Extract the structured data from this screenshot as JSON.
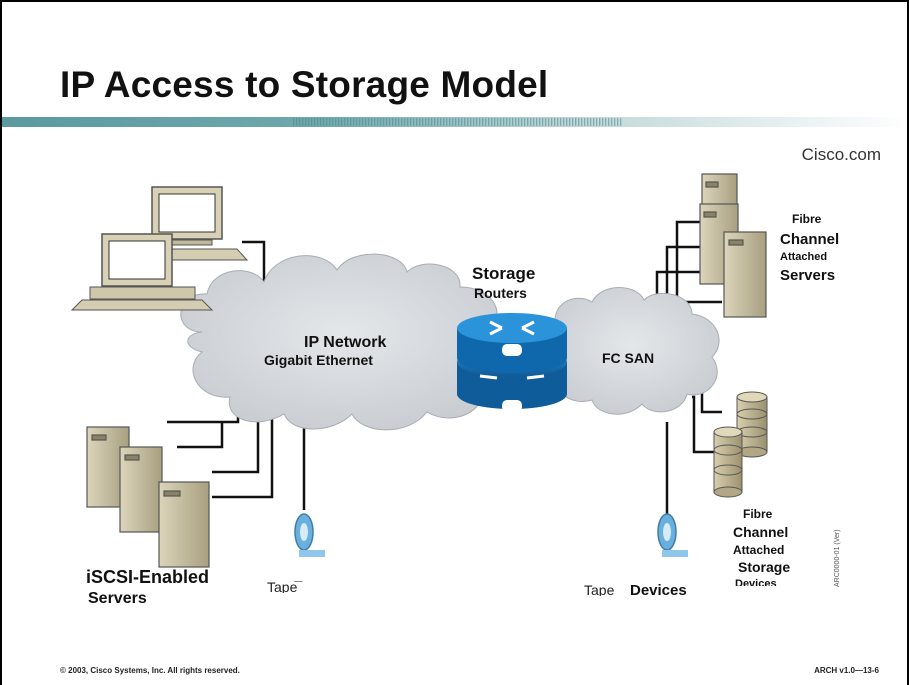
{
  "slide": {
    "title": "IP Access to Storage Model",
    "brand": "Cisco.com",
    "footer_left": "© 2003, Cisco Systems, Inc. All rights reserved.",
    "footer_right": "ARCH v1.0—13-6",
    "vertical_id": "ARC0000-01 (Ver)"
  },
  "diagram": {
    "ip_cloud_line1": "IP Network",
    "ip_cloud_line2": "Gigabit Ethernet",
    "storage_routers_line1": "Storage",
    "storage_routers_line2": "Routers",
    "fc_san": "FC SAN",
    "fc_servers_line1": "Fibre",
    "fc_servers_line2": "Channel",
    "fc_servers_line3": "Attached",
    "fc_servers_line4": "Servers",
    "fc_storage_line1": "Fibre",
    "fc_storage_line2": "Channel",
    "fc_storage_line3": "Attached",
    "fc_storage_line4": "Storage",
    "fc_storage_line5": "Devices",
    "iscsi_line1": "iSCSI-Enabled",
    "iscsi_line2": "Servers",
    "tape_left_a": "Tape",
    "tape_left_b": "Tape",
    "tape_right_a": "Tape",
    "tape_right_b": "Devices"
  },
  "colors": {
    "accent": "#5b9aa0",
    "cloud": "#d2d6da",
    "router": "#1a73b8",
    "server": "#c9c0a2"
  }
}
